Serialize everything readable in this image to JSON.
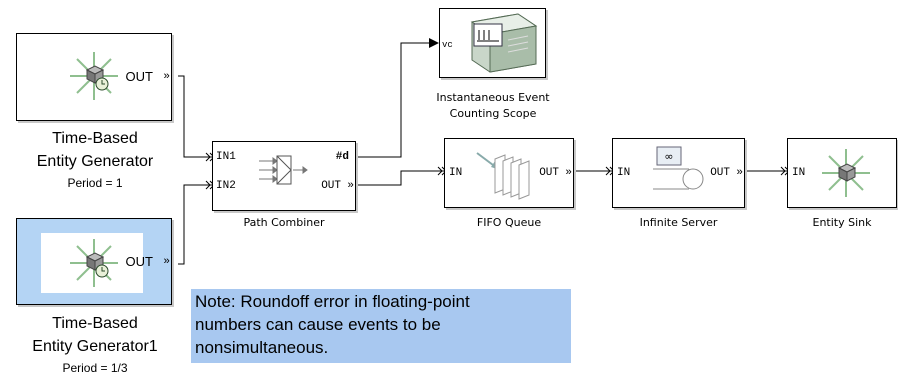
{
  "colors": {
    "background": "#ffffff",
    "selected_block": "#b4d4f4",
    "note_background": "#a8c8f0",
    "line": "#000000"
  },
  "blocks": {
    "gen1": {
      "port_out": "OUT",
      "title_line1": "Time-Based",
      "title_line2": "Entity Generator",
      "subtitle": "Period = 1",
      "icon": "entity-generator-icon"
    },
    "gen2": {
      "port_out": "OUT",
      "title_line1": "Time-Based",
      "title_line2": "Entity Generator1",
      "subtitle": "Period = 1/3",
      "icon": "entity-generator-icon"
    },
    "path_combiner": {
      "port_in1": "IN1",
      "port_in2": "IN2",
      "port_count": "#d",
      "port_out": "OUT",
      "title": "Path Combiner",
      "icon": "path-combiner-icon"
    },
    "scope": {
      "port_in": "vc",
      "title_line1": "Instantaneous Event",
      "title_line2": "Counting Scope",
      "icon": "scope-icon"
    },
    "fifo": {
      "port_in": "IN",
      "port_out": "OUT",
      "title": "FIFO Queue",
      "icon": "queue-icon"
    },
    "server": {
      "port_in": "IN",
      "port_out": "OUT",
      "title": "Infinite Server",
      "icon": "server-icon"
    },
    "sink": {
      "port_in": "IN",
      "title": "Entity Sink",
      "icon": "entity-sink-icon"
    }
  },
  "note": {
    "line1": "Note: Roundoff error in floating-point",
    "line2": "numbers can cause events to be",
    "line3": "nonsimultaneous."
  }
}
